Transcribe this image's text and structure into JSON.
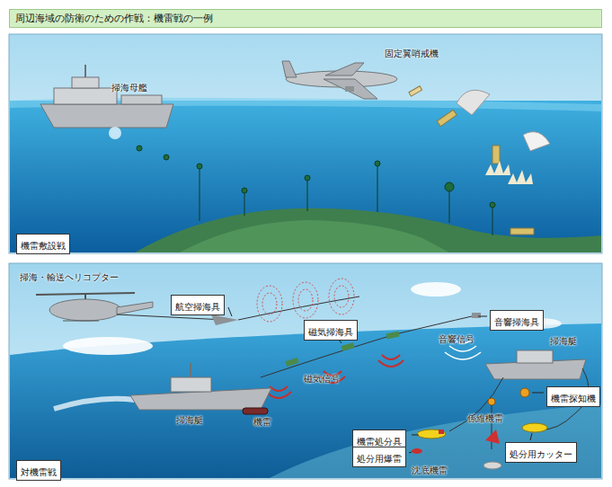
{
  "diagram": {
    "title": "周辺海域の防衛のための作戦：機雷戦の一例",
    "nodes": [
      {
        "text": [
          "機雷敷設戦"
        ]
      },
      {
        "text": [
          "航空掃海具"
        ]
      },
      {
        "text": [
          "磁気掃海具"
        ]
      },
      {
        "text": [
          "音響掃海具"
        ]
      },
      {
        "text": [
          "機雷探知機"
        ]
      },
      {
        "text": [
          "機雷処分具"
        ]
      },
      {
        "text": [
          "処分用爆雷"
        ]
      },
      {
        "text": [
          "処分用カッター"
        ]
      },
      {
        "text": [
          "対機雷戦"
        ]
      }
    ],
    "labels": [
      "掃海母艦",
      "固定翼哨戒機",
      "掃海・輸送ヘリコプター",
      "音響信号",
      "磁気信号",
      "掃海艇",
      "機雷",
      "掃海艇",
      "係維機雷",
      "沈底機雷"
    ]
  }
}
